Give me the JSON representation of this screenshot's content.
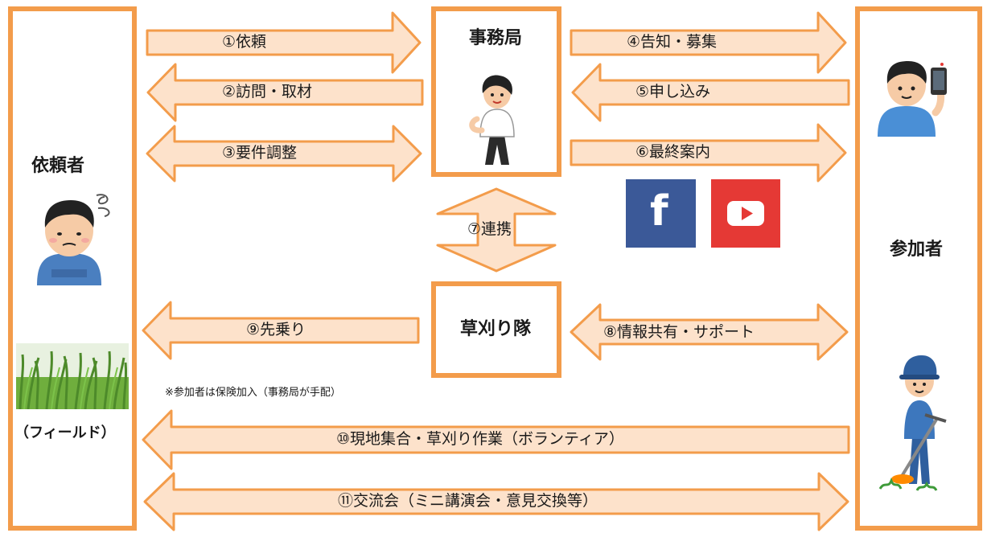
{
  "actors": {
    "requester": "依頼者",
    "field": "（フィールド）",
    "secretariat": "事務局",
    "mowing_team": "草刈り隊",
    "participants": "参加者"
  },
  "steps": {
    "s1": "①依頼",
    "s2": "②訪問・取材",
    "s3": "③要件調整",
    "s4": "④告知・募集",
    "s5": "⑤申し込み",
    "s6": "⑥最終案内",
    "s7": "⑦連携",
    "s8": "⑧情報共有・サポート",
    "s9": "⑨先乗り",
    "s10": "⑩現地集合・草刈り作業（ボランティア）",
    "s11": "⑪交流会（ミニ講演会・意見交換等）"
  },
  "note": "※参加者は保険加入（事務局が手配）",
  "icons": {
    "facebook": "f",
    "youtube": "youtube-play-icon"
  },
  "colors": {
    "border": "#f39c4b",
    "arrow_fill": "#fde2cb",
    "arrow_stroke": "#f39c4b",
    "facebook": "#3b5998",
    "youtube": "#e53935"
  }
}
